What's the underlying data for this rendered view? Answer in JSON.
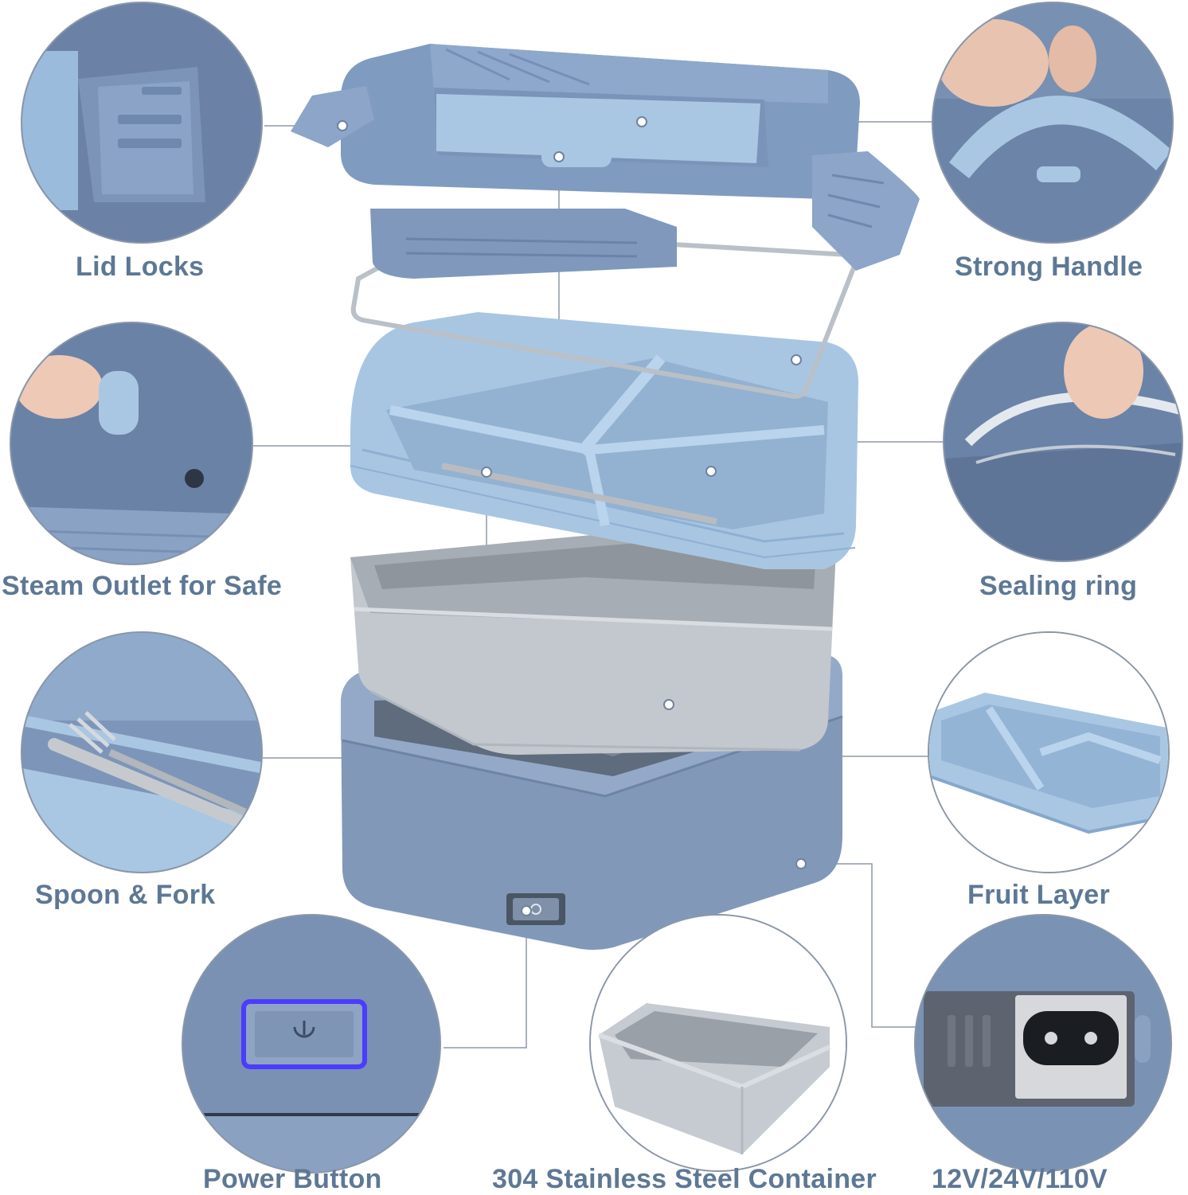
{
  "features": {
    "lid_locks": "Lid Locks",
    "strong_handle": "Strong Handle",
    "steam_outlet": "Steam Outlet for Safe",
    "sealing_ring": "Sealing ring",
    "spoon_fork": "Spoon & Fork",
    "fruit_layer": "Fruit Layer",
    "power_button": "Power Button",
    "stainless_container": "304 Stainless Steel Container",
    "voltage": "12V/24V/110V"
  },
  "colors": {
    "label_text": "#5d7894",
    "product_blue": "#7f97b8",
    "tray_blue": "#a9c7e3",
    "steel": "#c8cdd3",
    "power_led": "#4b3cff"
  },
  "icons": {
    "power": "power-icon",
    "plug": "ac-socket-icon"
  }
}
